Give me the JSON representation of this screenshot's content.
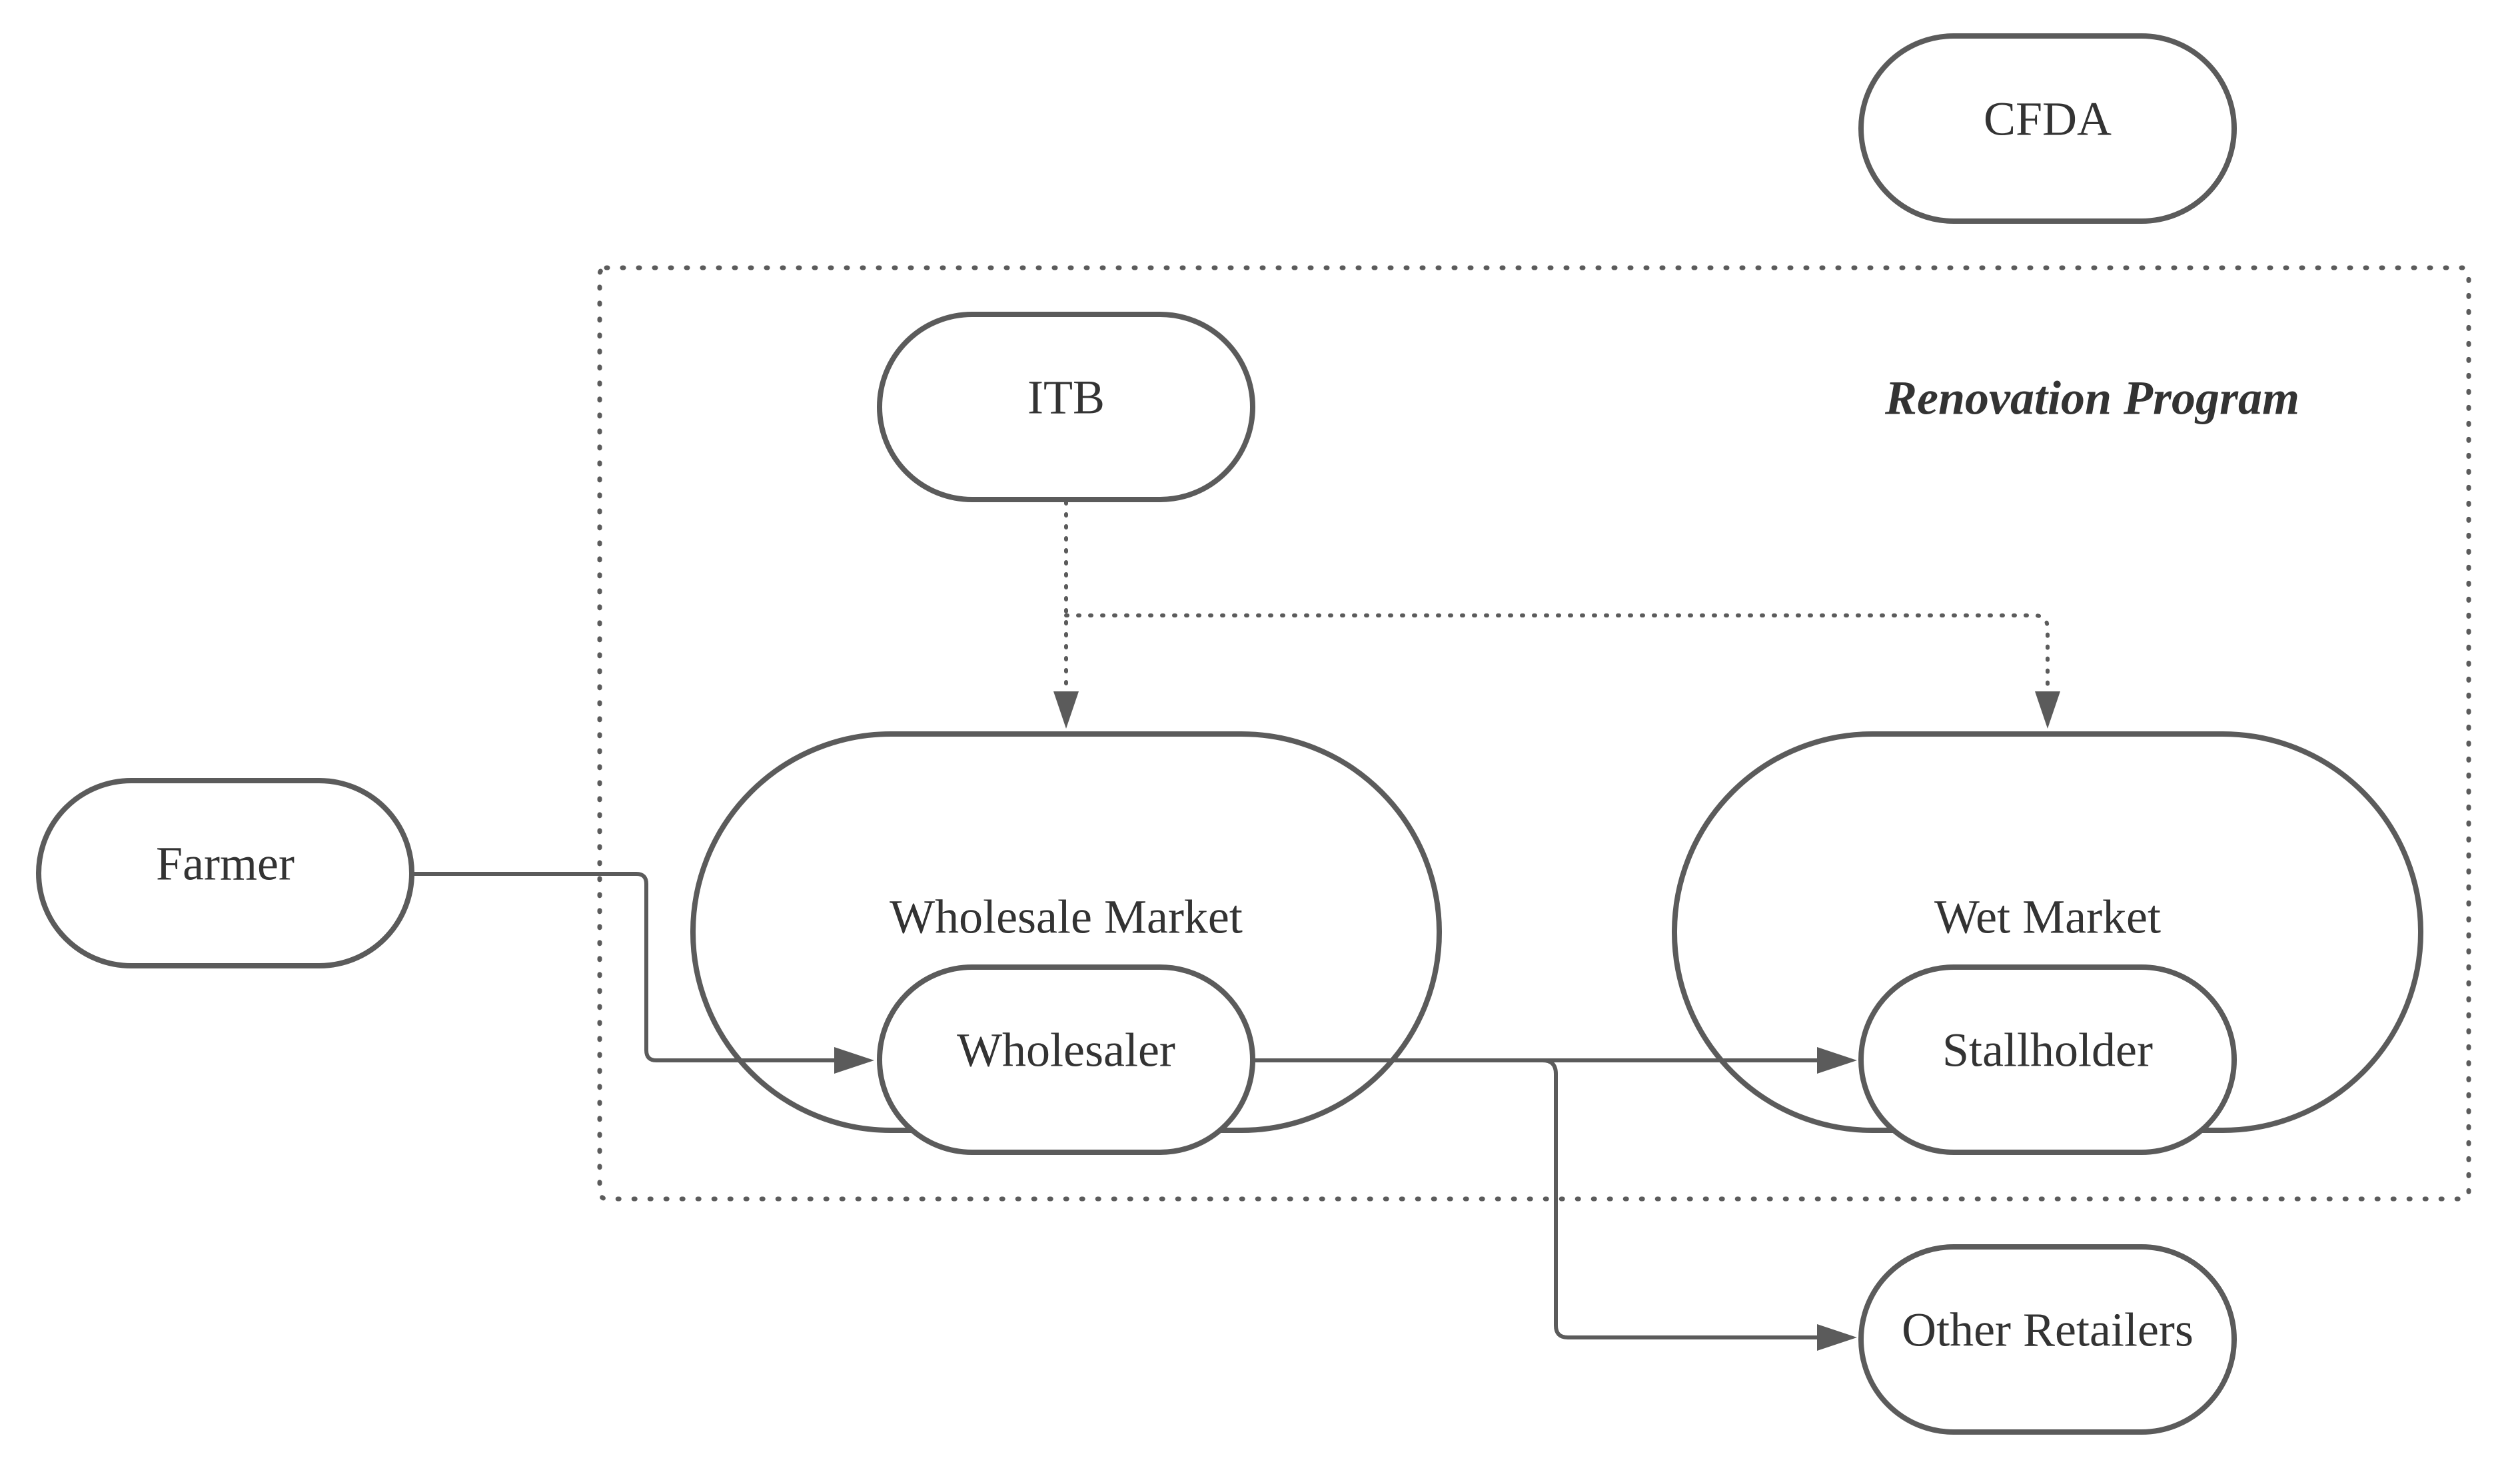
{
  "group": {
    "label": "Renovation Program"
  },
  "nodes": {
    "cfda": "CFDA",
    "itb": "ITB",
    "farmer": "Farmer",
    "wholesale_market": "Wholesale Market",
    "wholesaler": "Wholesaler",
    "wet_market": "Wet Market",
    "stallholder": "Stallholder",
    "other_retailers": "Other Retailers"
  },
  "colors": {
    "stroke": "#5b5b5b",
    "text": "#333333",
    "background": "#ffffff"
  }
}
